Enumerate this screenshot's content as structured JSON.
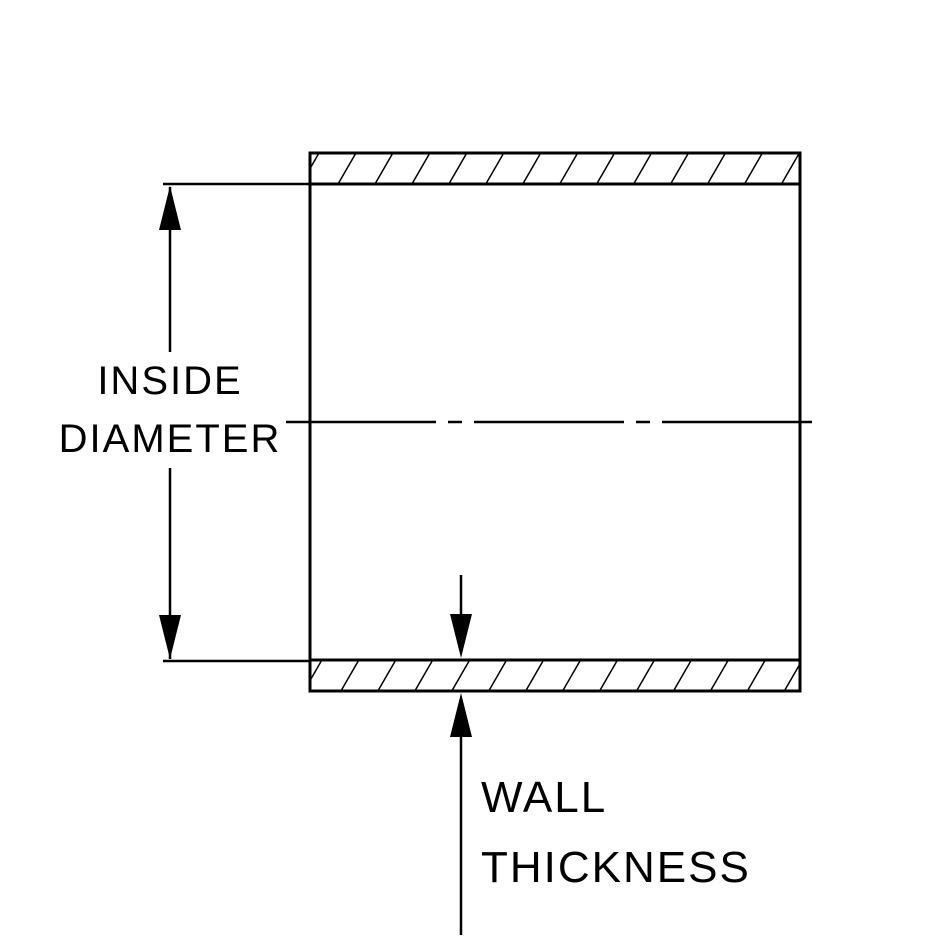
{
  "page": {
    "background_color": "#ffffff"
  },
  "diagram": {
    "type": "technical-drawing",
    "subject": "Tube / hose cross-section with dimension callouts",
    "ink_color": "#000000",
    "labels": {
      "inside_diameter_line1": "INSIDE",
      "inside_diameter_line2": "DIAMETER",
      "wall_thickness_line1": "WALL",
      "wall_thickness_line2": "THICKNESS"
    }
  }
}
